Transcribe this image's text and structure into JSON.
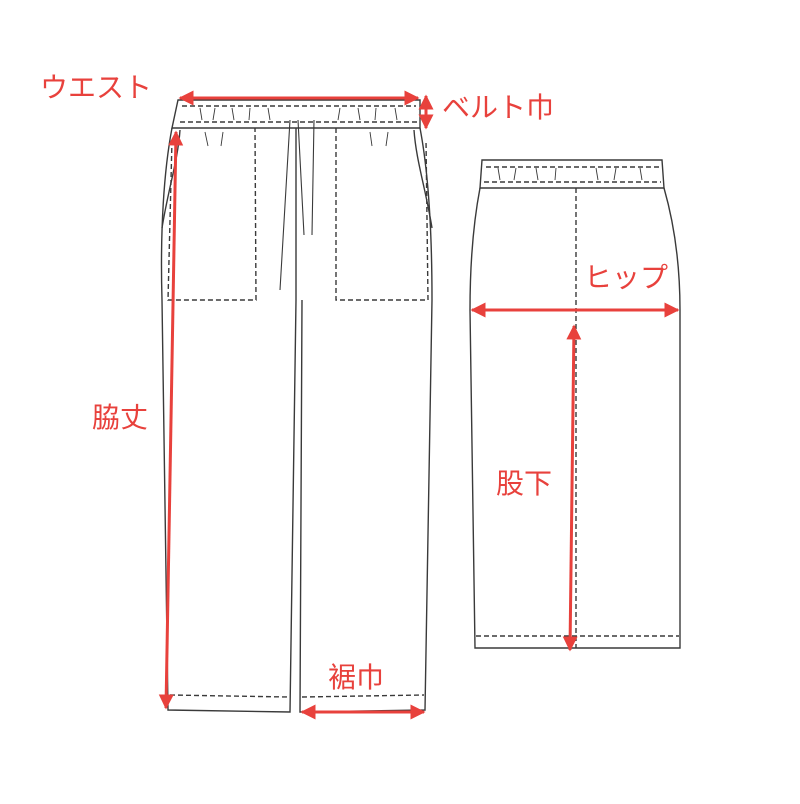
{
  "accent_color": "#e8413c",
  "outline_color": "#3a3a3a",
  "front_view": {
    "labels": {
      "waist": "ウエスト",
      "belt_width": "ベルト巾",
      "side_length": "脇丈",
      "hem_width": "裾巾"
    }
  },
  "back_view": {
    "labels": {
      "hip": "ヒップ",
      "inseam": "股下"
    }
  }
}
